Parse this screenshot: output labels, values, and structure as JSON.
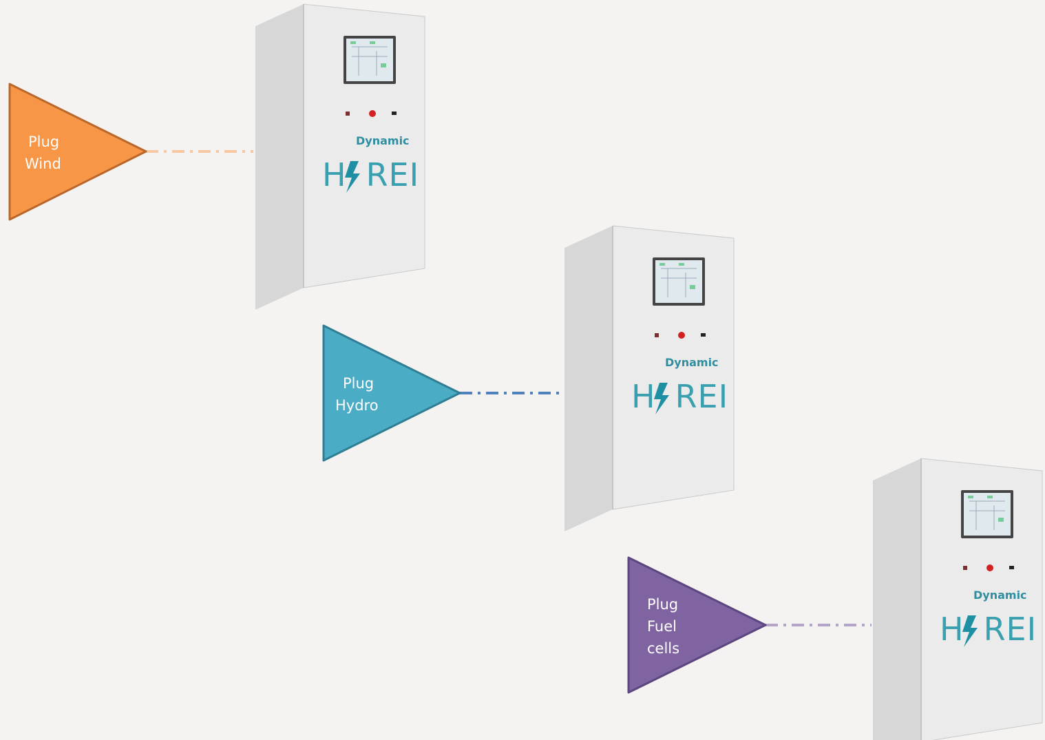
{
  "colors": {
    "background": "#f5f3f2",
    "cabinet_front": "#ececec",
    "cabinet_side": "#d8d8d8",
    "brand": "#2f8fa0",
    "wind": "#f79646",
    "wind_stroke": "#b9672a",
    "wind_line": "#f8c8a3",
    "hydro": "#4bacc6",
    "hydro_stroke": "#2f7e93",
    "hydro_line": "#4f81bd",
    "fuel": "#8064a2",
    "fuel_stroke": "#5c4680",
    "fuel_line": "#b4a5c8"
  },
  "plugs": [
    {
      "line1": "Plug",
      "line2": "Wind",
      "line3": ""
    },
    {
      "line1": "Plug",
      "line2": "Hydro",
      "line3": ""
    },
    {
      "line1": "Plug",
      "line2": "Fuel",
      "line3": "cells"
    }
  ],
  "cabinet": {
    "brand_small": "Dynamic",
    "brand_large": "HϸREI",
    "icon": "lightning-bolt-icon"
  }
}
